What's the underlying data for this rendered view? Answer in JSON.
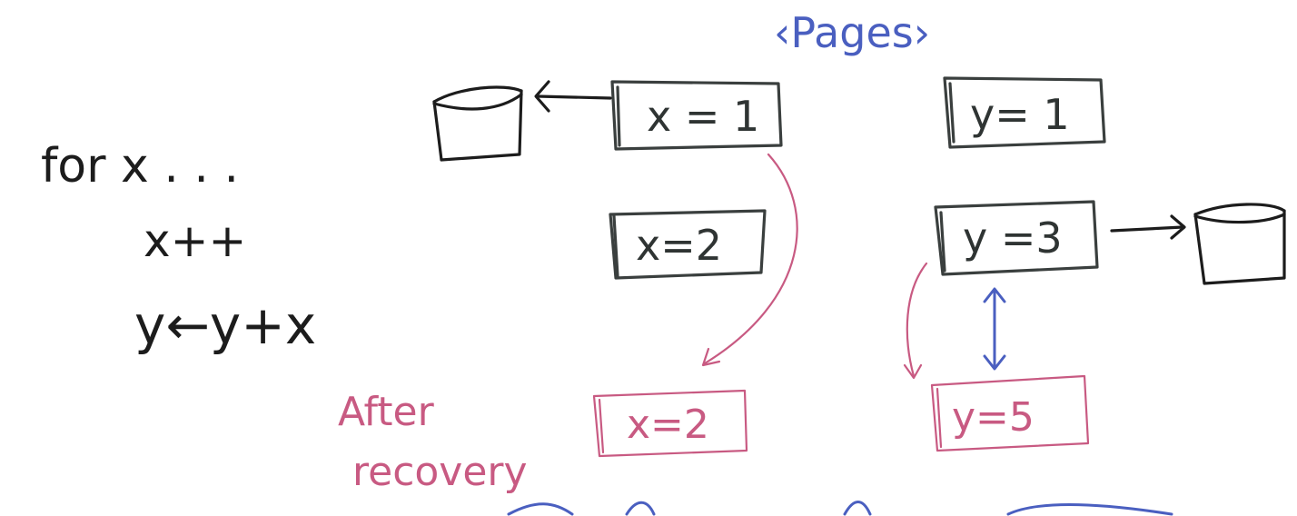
{
  "code": {
    "line1": "for  x . . .",
    "line2": "x++",
    "line3": "y←y+x"
  },
  "pages_label": "‹Pages›",
  "boxes": {
    "x1": "x = 1",
    "x2": "x=2",
    "y1": "y= 1",
    "y3": "y =3"
  },
  "recovery": {
    "label_line1": "After",
    "label_line2": "recovery",
    "x_box": "x=2",
    "y_box": "y=5"
  },
  "colors": {
    "ink": "#1c1c1c",
    "blue": "#4a5fc0",
    "pink": "#c85a82"
  }
}
